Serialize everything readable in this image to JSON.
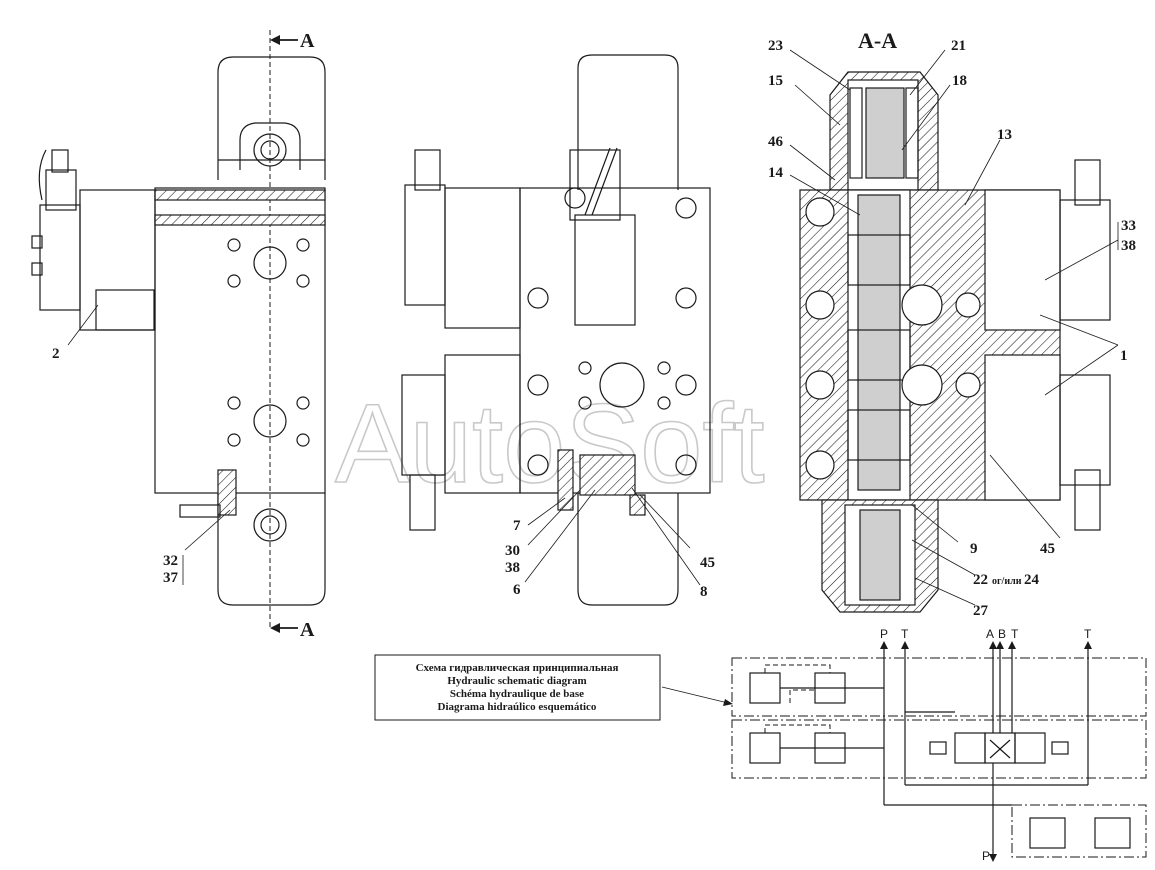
{
  "section_labels": {
    "a_top_left": "A",
    "a_bottom_left": "A",
    "section_title": "A-A"
  },
  "callouts": {
    "c2": "2",
    "c32": "32",
    "c37": "37",
    "c7": "7",
    "c30": "30",
    "c38a": "38",
    "c6": "6",
    "c45a": "45",
    "c8": "8",
    "c23": "23",
    "c21": "21",
    "c15": "15",
    "c18": "18",
    "c46": "46",
    "c13": "13",
    "c14": "14",
    "c33": "33",
    "c38b": "38",
    "c1": "1",
    "c45b": "45",
    "c9": "9",
    "c22": "22",
    "c22_sub": "ог/или",
    "c24": "24",
    "c27": "27"
  },
  "watermark": "AutoSoft",
  "schematic": {
    "caption_lines": [
      "Схема гидравлическая принципиальная",
      "Hydraulic schematic diagram",
      "Schéma hydraulique de base",
      "Diagrama hidraúlico esquemático"
    ],
    "ports": {
      "p_top": "P",
      "t_top": "T",
      "a": "A",
      "b": "B",
      "t_mid": "T",
      "t_right": "T",
      "p_bottom": "P"
    }
  }
}
